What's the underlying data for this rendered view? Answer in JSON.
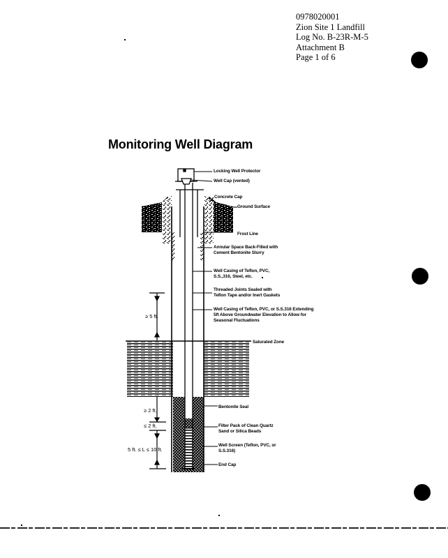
{
  "document": {
    "header": {
      "doc_number": "0978020001",
      "site": "Zion Site 1 Landfill",
      "log_number": "Log No. B-23R-M-5",
      "attachment": "Attachment B",
      "page": "Page 1 of 6"
    },
    "title": "Monitoring Well Diagram"
  },
  "diagram": {
    "labels": {
      "locking_protector": "Locking Well Protector",
      "well_cap": "Well Cap (vented)",
      "concrete_cap": "Concrete Cap",
      "ground_surface": "Ground Surface",
      "frost_line": "Frost Line",
      "annular_line1": "Annular Space Back-Filled with",
      "annular_line2": "Cement Bentonite Slurry",
      "casing_line1": "Well Casing of Teflon, PVC,",
      "casing_line2": "S.S.,316, Steel, etc.",
      "joints_line1": "Threaded Joints Sealed with",
      "joints_line2": "Teflon Tape and/or Inert Gaskets",
      "extend_line1": "Well Casing of Teflon, PVC, or S.S.316 Extending",
      "extend_line2": "5ft Above Groundwater Elevation to Allow for",
      "extend_line3": "Seasonal Fluctuations",
      "saturated_zone": "Saturated Zone",
      "bentonite_seal": "Bentonite Seal",
      "filter_line1": "Filter Pack of Clean Quartz",
      "filter_line2": "Sand or Silica Beads",
      "screen_line1": "Well Screen (Teflon, PVC, or",
      "screen_line2": "S.S.316)",
      "end_cap": "End Cap"
    },
    "dimensions": {
      "above_water": "≥ 5 ft.",
      "seal": "≥ 2 ft.",
      "filter_above_screen": "≤ 2 ft.",
      "screen_length": "5 ft. ≤ L ≤ 10 ft."
    }
  },
  "colors": {
    "ink": "#000000",
    "paper": "#ffffff"
  }
}
